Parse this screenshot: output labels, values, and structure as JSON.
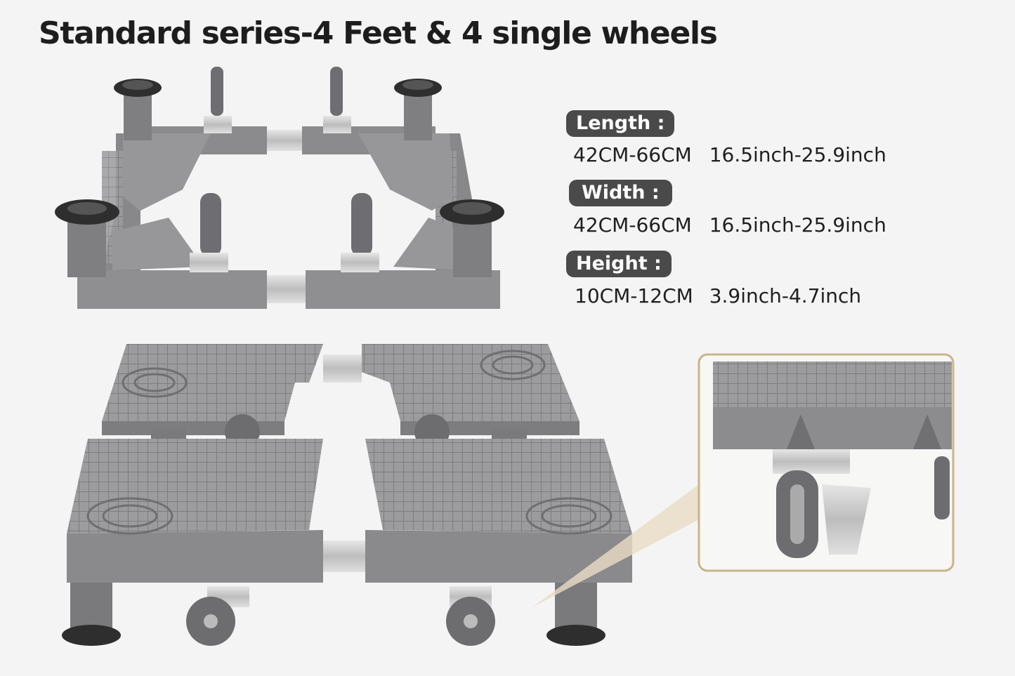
{
  "title": "Standard series-4 Feet & 4 single wheels",
  "specs": [
    {
      "label": "Length :",
      "cm": "42CM-66CM",
      "inch": "16.5inch-25.9inch"
    },
    {
      "label": "Width :",
      "cm": "42CM-66CM",
      "inch": "16.5inch-25.9inch"
    },
    {
      "label": "Height :",
      "cm": "10CM-12CM",
      "inch": "3.9inch-4.7inch"
    }
  ],
  "colors": {
    "background": "#f4f4f4",
    "label_bg": "#4a4a4a",
    "base_gray": "#8e8e90",
    "inset_border": "#c9b48a"
  }
}
